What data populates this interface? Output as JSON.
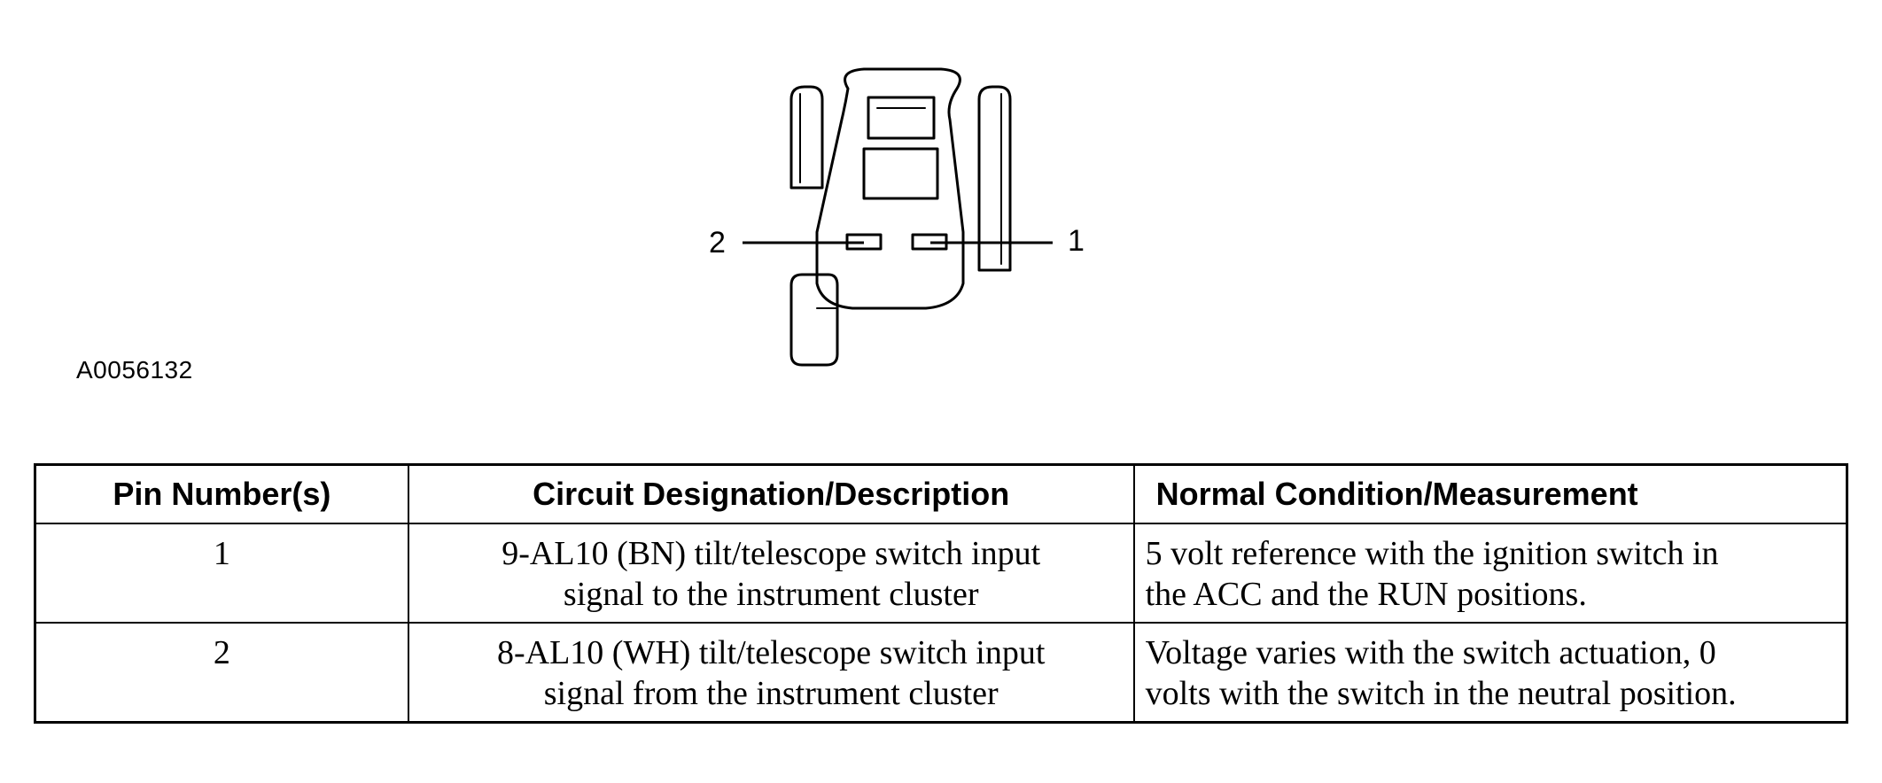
{
  "figure": {
    "pin_labels": {
      "left": "2",
      "right": "1"
    },
    "figure_id": "A0056132"
  },
  "table": {
    "headers": {
      "pin": "Pin Number(s)",
      "circuit": "Circuit Designation/Description",
      "condition": "Normal Condition/Measurement"
    },
    "rows": [
      {
        "pin": "1",
        "circuit_line1": "9-AL10 (BN) tilt/telescope switch input",
        "circuit_line2": "signal to the instrument cluster",
        "condition_line1": "5 volt reference with the ignition switch in",
        "condition_line2": "the ACC and the RUN positions."
      },
      {
        "pin": "2",
        "circuit_line1": "8-AL10 (WH) tilt/telescope switch input",
        "circuit_line2": "signal from the instrument cluster",
        "condition_line1": "Voltage varies with the switch actuation, 0",
        "condition_line2": "volts with the switch in the neutral position."
      }
    ]
  }
}
